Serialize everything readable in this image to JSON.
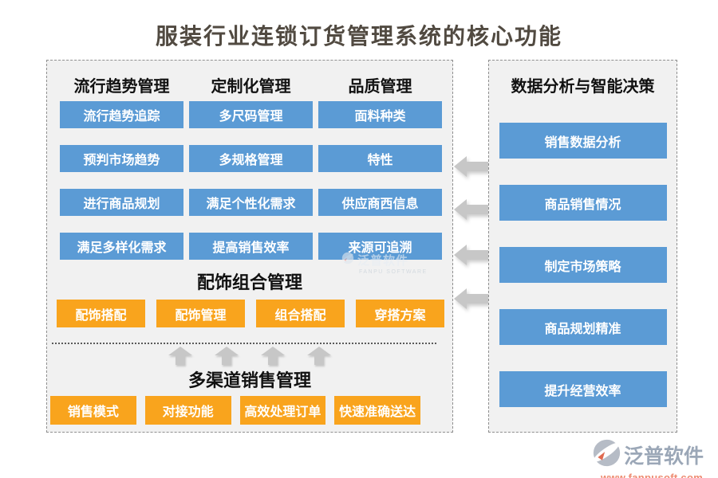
{
  "title": "服装行业连锁订货管理系统的核心功能",
  "left_panel": {
    "columns": [
      {
        "header": "流行趋势管理",
        "items": [
          "流行趋势追踪",
          "预判市场趋势",
          "进行商品规划",
          "满足多样化需求"
        ]
      },
      {
        "header": "定制化管理",
        "items": [
          "多尺码管理",
          "多规格管理",
          "满足个性化需求",
          "提高销售效率"
        ]
      },
      {
        "header": "品质管理",
        "items": [
          "面料种类",
          "特性",
          "供应商西信息",
          "来源可追溯"
        ]
      }
    ],
    "accessory_section": {
      "title": "配饰组合管理",
      "items": [
        "配饰搭配",
        "配饰管理",
        "组合搭配",
        "穿搭方案"
      ]
    },
    "channel_section": {
      "title": "多渠道销售管理",
      "items": [
        "销售模式",
        "对接功能",
        "高效处理订单",
        "快速准确送达"
      ]
    }
  },
  "right_panel": {
    "header": "数据分析与智能决策",
    "items": [
      "销售数据分析",
      "商品销售情况",
      "制定市场策略",
      "商品规划精准",
      "提升经营效率"
    ]
  },
  "watermark_inline": {
    "brand": "泛普软件",
    "subtitle": "FANPU SOFTWARE"
  },
  "brand_footer": {
    "brand": "泛普软件",
    "url": "www.fanpusoft.com"
  },
  "colors": {
    "blue": "#5B9BD5",
    "orange": "#F9A41D",
    "panel_bg": "#F1F1F1",
    "panel_border": "#8F8F8F",
    "arrow_gray": "#C7C7C7",
    "title_text": "#514A41",
    "brand_text": "#9BA7B7",
    "url_text": "#EE8C71"
  }
}
